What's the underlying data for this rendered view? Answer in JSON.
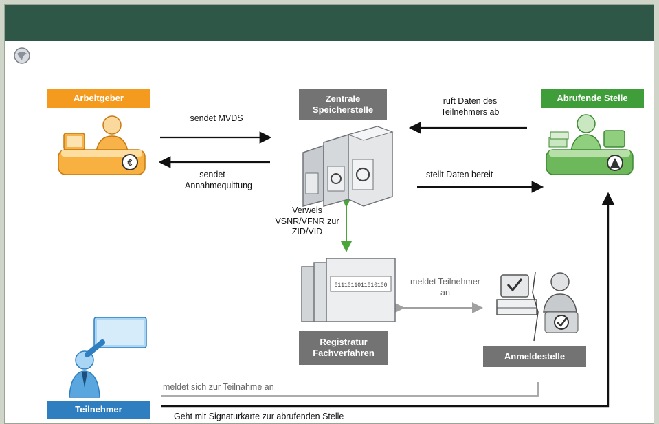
{
  "nodes": {
    "arbeitgeber": "Arbeitgeber",
    "zentrale": "Zentrale Speicherstelle",
    "abrufende": "Abrufende Stelle",
    "registratur": "Registratur Fachverfahren",
    "anmeldestelle": "Anmeldestelle",
    "teilnehmer": "Teilnehmer"
  },
  "edges": {
    "sendet_mvds": "sendet MVDS",
    "sendet_annahme": "sendet Annahmequittung",
    "ruft_daten": "ruft Daten des Teilnehmers ab",
    "stellt_daten": "stellt Daten bereit",
    "verweis": "Verweis VSNR/VFNR zur ZID/VID",
    "meldet_teilnehmer": "meldet Teilnehmer an",
    "meldet_sich": "meldet sich zur Teilnahme an",
    "geht_mit": "Geht mit Signaturkarte zur abrufenden Stelle"
  },
  "icons": {
    "corner": "globe-icon",
    "employer": "employer-desk-icon",
    "server": "server-cluster-icon",
    "retrieving": "retrieving-office-icon",
    "registry": "registry-folders-icon",
    "registration": "registration-computer-icon",
    "participant": "participant-card-icon"
  },
  "codes": {
    "folder_barcode": "0111011011010100"
  },
  "colors": {
    "header": "#2f5747",
    "arbeitgeber": "#f49a1f",
    "zentrale": "#737373",
    "abrufende": "#3f9e3a",
    "teilnehmer": "#2f7fc0",
    "verweis_arrow": "#4aa63a",
    "grey_arrow": "#a0a0a0"
  }
}
